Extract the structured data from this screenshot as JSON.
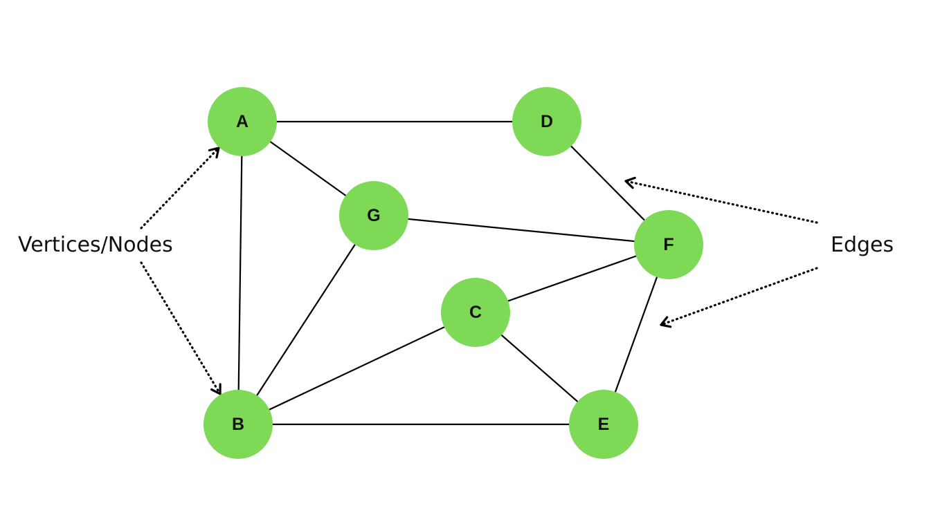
{
  "colors": {
    "node_fill": "#7ed957",
    "edge": "#000000",
    "text": "#111111",
    "background": "#ffffff"
  },
  "graph": {
    "nodes": [
      {
        "id": "A",
        "label": "A"
      },
      {
        "id": "B",
        "label": "B"
      },
      {
        "id": "C",
        "label": "C"
      },
      {
        "id": "D",
        "label": "D"
      },
      {
        "id": "E",
        "label": "E"
      },
      {
        "id": "F",
        "label": "F"
      },
      {
        "id": "G",
        "label": "G"
      }
    ],
    "edges": [
      [
        "A",
        "D"
      ],
      [
        "A",
        "G"
      ],
      [
        "A",
        "B"
      ],
      [
        "D",
        "F"
      ],
      [
        "G",
        "F"
      ],
      [
        "G",
        "B"
      ],
      [
        "F",
        "C"
      ],
      [
        "F",
        "E"
      ],
      [
        "C",
        "B"
      ],
      [
        "C",
        "E"
      ],
      [
        "B",
        "E"
      ]
    ]
  },
  "annotations": {
    "vertices_label": "Vertices/Nodes",
    "edges_label": "Edges",
    "vertices_point_to": [
      "A",
      "B"
    ],
    "edges_point_to": [
      [
        "D",
        "F"
      ],
      [
        "F",
        "E"
      ]
    ]
  }
}
